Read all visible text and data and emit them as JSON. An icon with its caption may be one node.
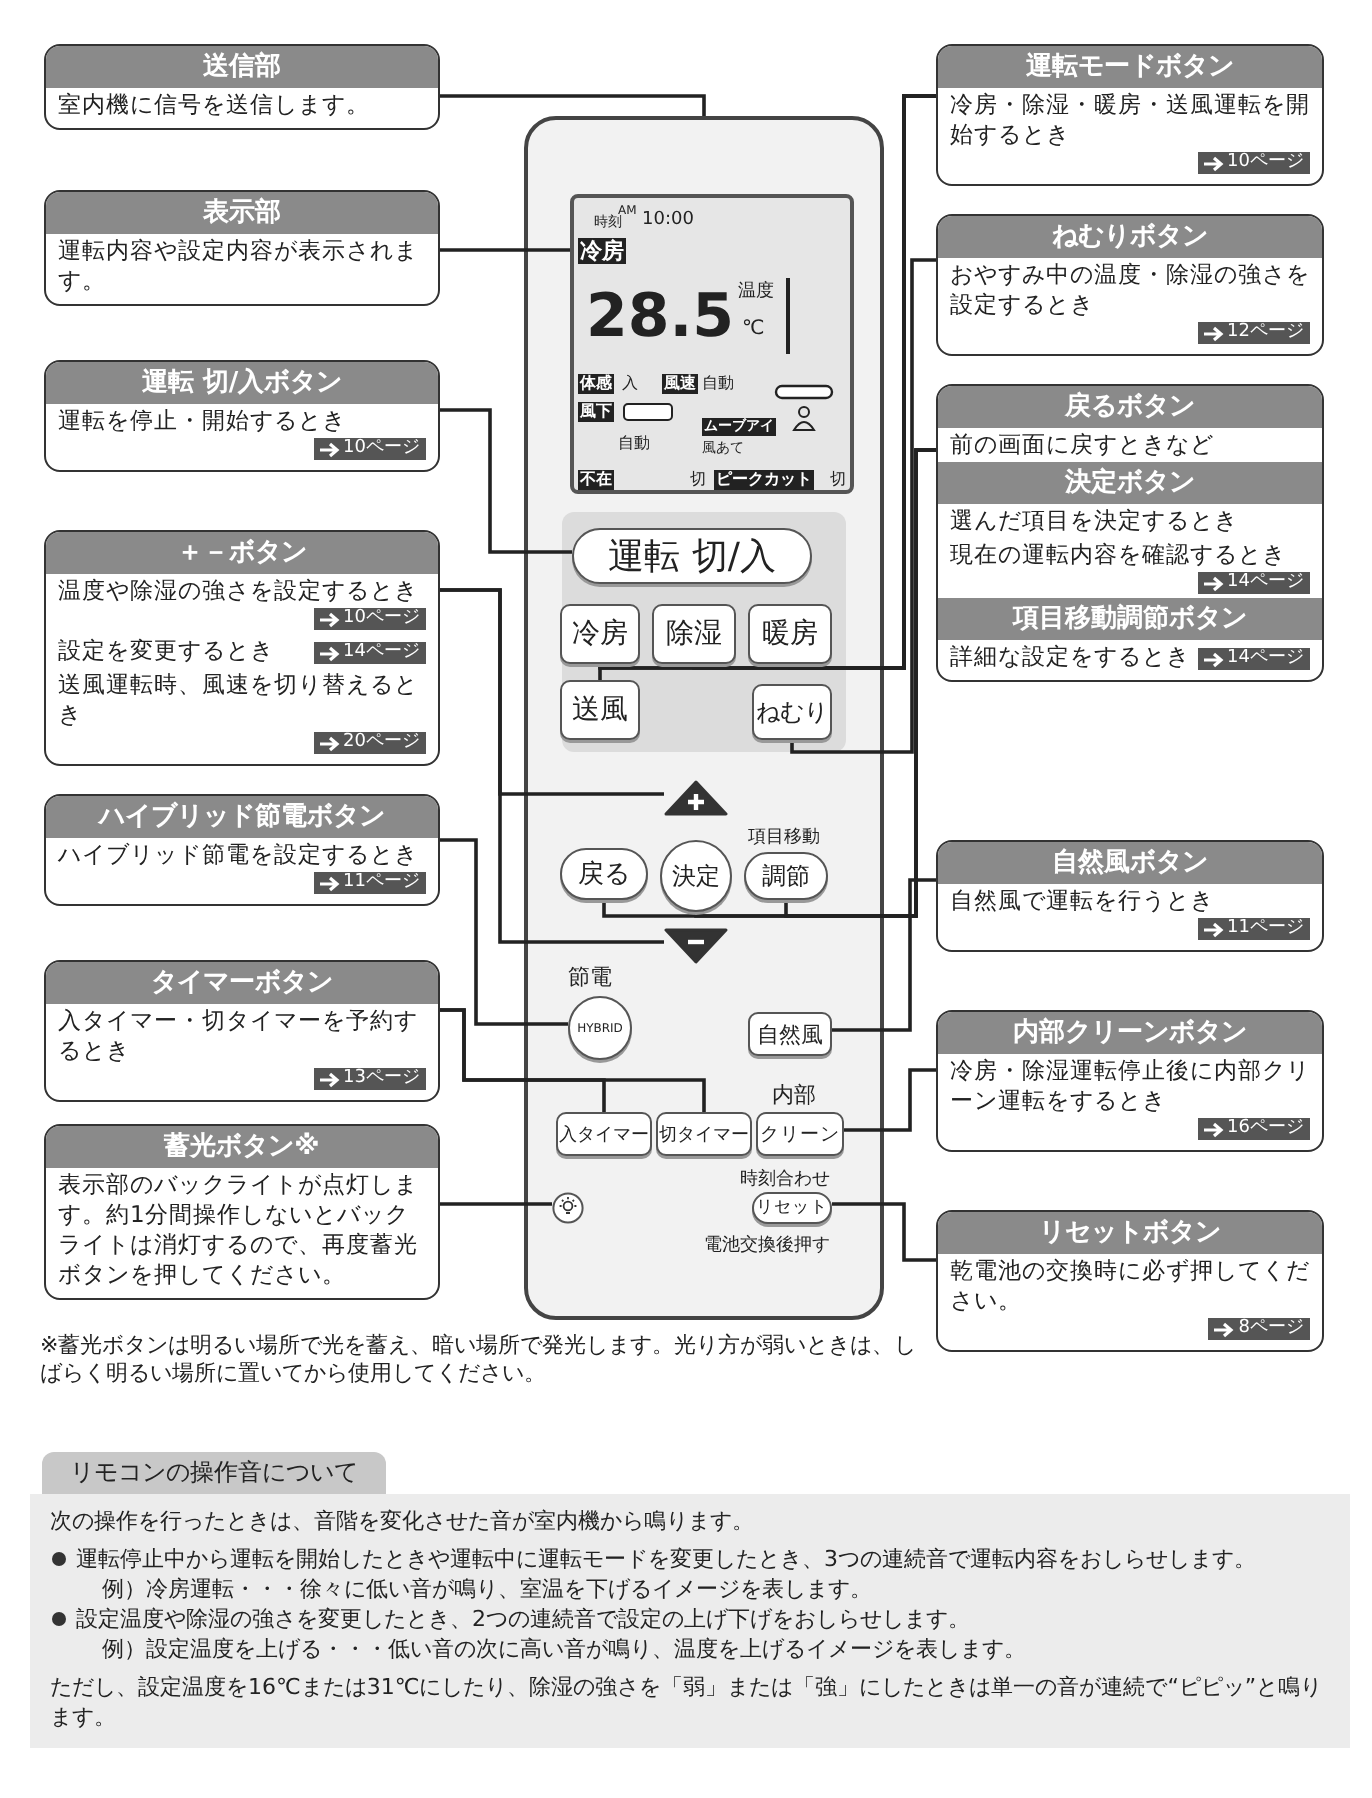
{
  "diagram": {
    "nodes": [
      {
        "text": [
          "送信部",
          "室内機に信号を送信します。"
        ]
      },
      {
        "text": [
          "表示部",
          "運転内容や設定内容が表示されます。"
        ]
      },
      {
        "text": [
          "運転 切/入ボタン",
          "運転を停止・開始するとき",
          "10ページ"
        ]
      },
      {
        "text": [
          "＋－ボタン",
          "温度や除湿の強さを設定するとき",
          "10ページ",
          "設定を変更するとき",
          "14ページ",
          "送風運転時、風速を切り替えるとき",
          "20ページ"
        ]
      },
      {
        "text": [
          "ハイブリッド節電ボタン",
          "ハイブリッド節電を設定するとき",
          "11ページ"
        ]
      },
      {
        "text": [
          "タイマーボタン",
          "入タイマー・切タイマーを予約するとき",
          "13ページ"
        ]
      },
      {
        "text": [
          "蓄光ボタン※",
          "表示部のバックライトが点灯します。約1分間操作しないとバックライトは消灯するので、再度蓄光ボタンを押してください。"
        ]
      },
      {
        "text": [],
        "shape": "box"
      },
      {
        "text": [
          "時刻",
          "AM",
          "10:00",
          "冷房",
          "28.5",
          "温度",
          "℃",
          "体感",
          "入",
          "風速",
          "自動",
          "風下",
          "自動",
          "ムーブアイ",
          "風あて",
          "不在",
          "切",
          "ピークカット",
          "切"
        ],
        "in": 7
      },
      {
        "text": [
          "運転 切/入"
        ],
        "in": 7
      },
      {
        "text": [
          "冷房"
        ],
        "in": 7
      },
      {
        "text": [
          "除湿"
        ],
        "in": 7
      },
      {
        "text": [
          "暖房"
        ],
        "in": 7
      },
      {
        "text": [
          "送風"
        ],
        "in": 7
      },
      {
        "text": [
          "ねむり"
        ],
        "in": 7
      },
      {
        "text": [],
        "shape": "triangle",
        "in": 7
      },
      {
        "text": [
          "戻る"
        ],
        "in": 7
      },
      {
        "text": [
          "決定"
        ],
        "in": 7
      },
      {
        "text": [
          "調節"
        ],
        "beside": [
          "項目移動"
        ],
        "in": 7
      },
      {
        "text": [],
        "shape": "triangle",
        "in": 7
      },
      {
        "text": [
          "HYBRID"
        ],
        "beside": [
          "節電"
        ],
        "in": 7
      },
      {
        "text": [
          "自然風"
        ],
        "in": 7
      },
      {
        "text": [
          "入タイマー"
        ],
        "in": 7
      },
      {
        "text": [
          "切タイマー"
        ],
        "in": 7
      },
      {
        "text": [
          "クリーン"
        ],
        "beside": [
          "内部"
        ],
        "in": 7
      },
      {
        "text": [],
        "shape": "circle",
        "in": 7
      },
      {
        "text": [
          "リセット"
        ],
        "beside": [
          "時刻合わせ",
          "電池交換後押す"
        ],
        "in": 7
      },
      {
        "text": [
          "運転モードボタン",
          "冷房・除湿・暖房・送風運転を開始するとき",
          "10ページ"
        ]
      },
      {
        "text": [
          "ねむりボタン",
          "おやすみ中の温度・除湿の強さを設定するとき",
          "12ページ"
        ]
      },
      {
        "text": [
          "戻るボタン",
          "前の画面に戻すときなど",
          "決定ボタン",
          "選んだ項目を決定するとき",
          "現在の運転内容を確認するとき",
          "14ページ",
          "項目移動調節ボタン",
          "詳細な設定をするとき",
          "14ページ"
        ]
      },
      {
        "text": [
          "自然風ボタン",
          "自然風で運転を行うとき",
          "11ページ"
        ]
      },
      {
        "text": [
          "内部クリーンボタン",
          "冷房・除湿運転停止後に内部クリーン運転をするとき",
          "16ページ"
        ]
      },
      {
        "text": [
          "リセットボタン",
          "乾電池の交換時に必ず押してください。",
          "8ページ"
        ]
      },
      {
        "text": [
          "リモコンの操作音について",
          "次の操作を行ったときは、音階を変化させた音が室内機から鳴ります。",
          "運転停止中から運転を開始したときや運転中に運転モードを変更したとき、3つの連続音で運転内容をおしらせします。",
          "例）冷房運転・・・徐々に低い音が鳴り、室温を下げるイメージを表します。",
          "設定温度や除湿の強さを変更したとき、2つの連続音で設定の上げ下げをおしらせします。",
          "例）設定温度を上げる・・・低い音の次に高い音が鳴り、温度を上げるイメージを表します。",
          "ただし、設定温度を16℃または31℃にしたり、除湿の強さを「弱」または「強」にしたときは単一の音が連続で“ピピッ”と鳴ります。"
        ]
      }
    ],
    "edges": [
      {
        "from": 0,
        "to": 7,
        "arrow": "none"
      },
      {
        "from": 1,
        "to": 8,
        "arrow": "none"
      },
      {
        "from": 2,
        "to": 9,
        "arrow": "none"
      },
      {
        "from": 3,
        "to": 15,
        "arrow": "none"
      },
      {
        "from": 3,
        "to": 19,
        "arrow": "none"
      },
      {
        "from": 4,
        "to": 20,
        "arrow": "none"
      },
      {
        "from": 5,
        "to": 22,
        "arrow": "none"
      },
      {
        "from": 5,
        "to": 23,
        "arrow": "none"
      },
      {
        "from": 6,
        "to": 25,
        "arrow": "none"
      },
      {
        "from": 27,
        "to": 10,
        "arrow": "none"
      },
      {
        "from": 27,
        "to": 11,
        "arrow": "none"
      },
      {
        "from": 27,
        "to": 12,
        "arrow": "none"
      },
      {
        "from": 27,
        "to": 13,
        "arrow": "none"
      },
      {
        "from": 28,
        "to": 14,
        "arrow": "none"
      },
      {
        "from": 29,
        "to": 16,
        "arrow": "none"
      },
      {
        "from": 29,
        "to": 17,
        "arrow": "none"
      },
      {
        "from": 29,
        "to": 18,
        "arrow": "none"
      },
      {
        "from": 30,
        "to": 21,
        "arrow": "none"
      },
      {
        "from": 31,
        "to": 24,
        "arrow": "none"
      },
      {
        "from": 32,
        "to": 26,
        "arrow": "none"
      }
    ],
    "labels": [
      "※蓄光ボタンは明るい場所で光を蓄え、暗い場所で発光します。光り方が弱いときは、しばらく明るい場所に置いてから使用してください。"
    ]
  }
}
